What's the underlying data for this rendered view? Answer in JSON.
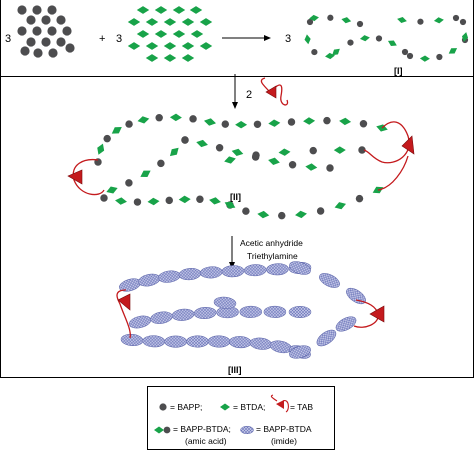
{
  "reaction": {
    "bapp_coef": "3",
    "plus": "+",
    "btda_coef": "3",
    "product_coef": "3",
    "tab_coef": "2",
    "label_I": "[I]",
    "label_II": "[II]",
    "label_III": "[III]",
    "reagent_line1": "Acetic anhydride",
    "reagent_line2": "Triethylamine"
  },
  "legend": {
    "bapp": "= BAPP;",
    "btda": "= BTDA;",
    "tab": "= TAB",
    "amic_main": "= BAPP-BTDA;",
    "amic_sub": "(amic acid)",
    "imide_main": "= BAPP-BTDA",
    "imide_sub": "(imide)"
  },
  "colors": {
    "bapp": "#4d4d4f",
    "btda": "#18a349",
    "tab": "#c41a1d",
    "imide": "#8e96cf",
    "line": "#000000"
  }
}
